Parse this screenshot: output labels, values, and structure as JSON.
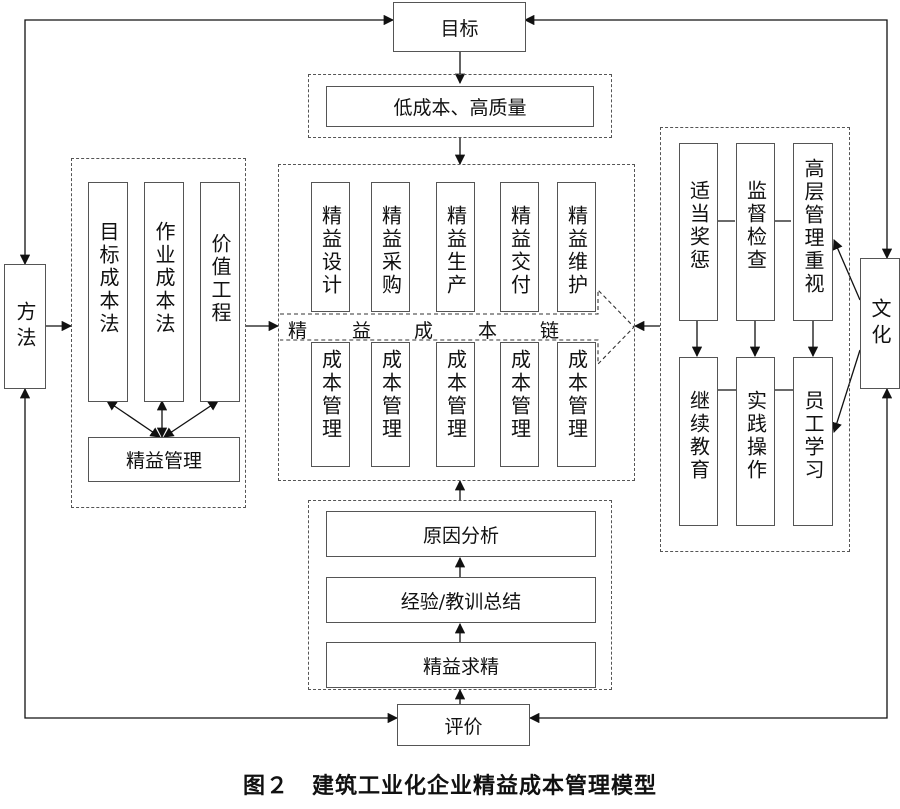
{
  "nodes": {
    "goal": "目标",
    "method": "方法",
    "culture": "文化",
    "evaluation": "评价",
    "low_cost_high_quality": "低成本、高质量",
    "lean_management": "精益管理",
    "target_cost": "目标成本法",
    "activity_cost": "作业成本法",
    "value_engineering": "价值工程",
    "lean_design": "精益设计",
    "lean_purchase": "精益采购",
    "lean_production": "精益生产",
    "lean_delivery": "精益交付",
    "lean_maintenance": "精益维护",
    "cost_mgmt_1": "成本管理",
    "cost_mgmt_2": "成本管理",
    "cost_mgmt_3": "成本管理",
    "cost_mgmt_4": "成本管理",
    "cost_mgmt_5": "成本管理",
    "chain_chars": [
      "精",
      "益",
      "成",
      "本",
      "链"
    ],
    "reward": "适当奖惩",
    "supervision": "监督检查",
    "top_mgmt": "高层管理重视",
    "continuing_edu": "继续教育",
    "practice": "实践操作",
    "staff_learning": "员工学习",
    "cause_analysis": "原因分析",
    "experience_summary": "经验/教训总结",
    "lean_excellence": "精益求精"
  },
  "caption": "图２　建筑工业化企业精益成本管理模型"
}
